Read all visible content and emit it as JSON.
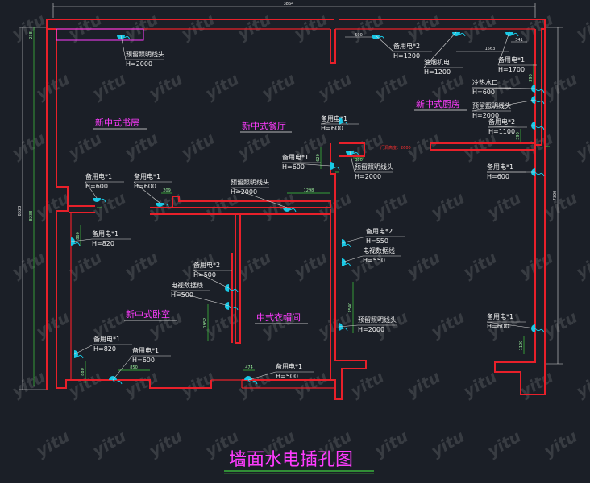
{
  "title": "墙面水电插孔图",
  "rooms": {
    "study": "新中式书房",
    "dining": "新中式餐厅",
    "kitchen": "新中式厨房",
    "bedroom": "新中式卧室",
    "cloakroom": "中式衣帽间"
  },
  "watermark": "yitu",
  "door_note": "门洞高度：2600",
  "labels": {
    "lamp_study": [
      "预留照明线头",
      "H=2000"
    ],
    "spare2_top": [
      "备用电*2",
      "H=1200"
    ],
    "hood": [
      "油烟机电",
      "H=1200"
    ],
    "spare1_kitchen_top": [
      "备用电*1",
      "H=1700"
    ],
    "hot_water": [
      "冷热水口",
      "H=600"
    ],
    "lamp_kitchen": [
      "预留照明线头",
      "H=2000"
    ],
    "spare2_kitchen": [
      "备用电*2",
      "H=1100"
    ],
    "spare1_dining_top": [
      "备用电*1",
      "H=600"
    ],
    "spare1_dining_mid": [
      "备用电*1",
      "H=600"
    ],
    "lamp_dining_door": [
      "预留照明线头",
      "H=2000"
    ],
    "spare1_kitchen_mid": [
      "备用电*1",
      "H=600"
    ],
    "spare1_study_left": [
      "备用电*1",
      "H=600"
    ],
    "spare1_study_right": [
      "备用电*1",
      "H=600"
    ],
    "lamp_corridor": [
      "预留照明线头",
      "H=2000"
    ],
    "spare1_bed_left": [
      "备用电*1",
      "H=820"
    ],
    "spare2_cloak": [
      "备用电*2",
      "H=550"
    ],
    "tv_data_cloak": [
      "电视数据线",
      "H=550"
    ],
    "spare2_bed": [
      "备用电*2",
      "H=500"
    ],
    "tv_data_bed": [
      "电视数据线",
      "H=500"
    ],
    "lamp_cloak": [
      "预留照明线头",
      "H=2000"
    ],
    "spare1_right_bottom": [
      "备用电*1",
      "H=600"
    ],
    "spare1_bed_bl": [
      "备用电*1",
      "H=820"
    ],
    "spare1_bed_b": [
      "备用电*1",
      "H=600"
    ],
    "spare1_cloak_b": [
      "备用电*1",
      "H=500"
    ]
  },
  "dimensions": {
    "top_total": "3864",
    "left_total": "8523",
    "left_inner": "8238",
    "left_top": "238",
    "right_total": "7300",
    "d_590": "590",
    "d_1563": "1563",
    "d_341": "341",
    "d_390a": "390",
    "d_390b": "390",
    "d_620": "620",
    "d_1298": "1298",
    "d_209": "209",
    "d_300": "300",
    "d_860": "860",
    "d_2540": "2540",
    "d_1952": "1952",
    "d_850": "850",
    "d_880": "880",
    "d_474": "474",
    "d_1100": "1100",
    "d_880b": "880"
  }
}
